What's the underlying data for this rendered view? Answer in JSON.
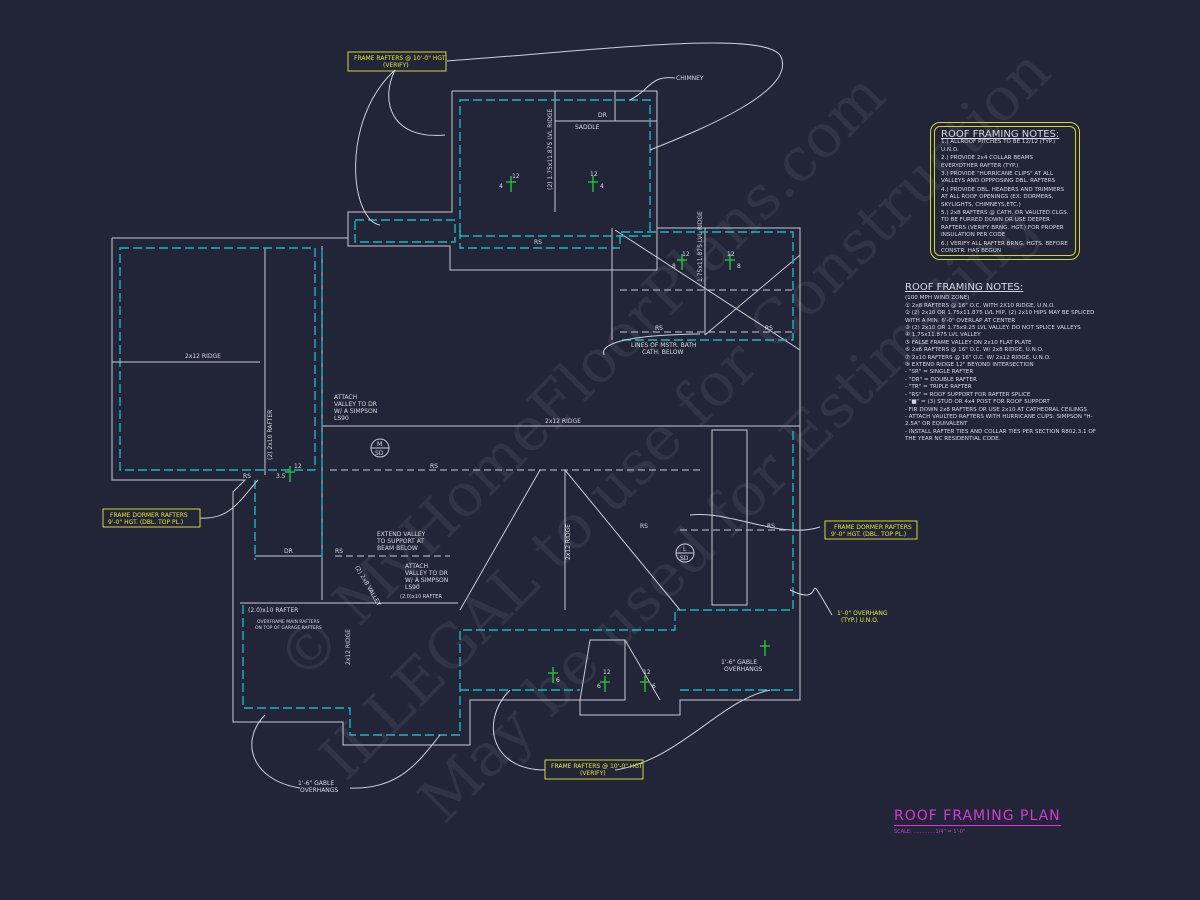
{
  "title": "ROOF FRAMING PLAN",
  "scale": "SCALE: ..............1/4\" = 1'-0\"",
  "colors": {
    "background": "#222538",
    "outline": "#c9c9d2",
    "eave": "#1fb3c0",
    "callout": "#e6e63a",
    "title": "#d63ad6",
    "pitch": "#28c23a"
  },
  "watermark": [
    "© MyHomeFloorPlans.com",
    "ILLEGAL to use for Construction",
    "May be used for Estimating"
  ],
  "notes_box": {
    "heading": "ROOF FRAMING NOTES:",
    "items": [
      "1.) ALLROOF PITCHES TO BE 12/12 (TYP.) U.N.O.",
      "2.) PROVIDE 2x4 COLLAR BEAMS EVERYOTHER RAFTER (TYP.)",
      "3.) PROVIDE \"HURRICANE CLIPS\" AT ALL VALLEYS AND OPPPOSING DBL. RAFTERS",
      "4.) PROVIDE DBL. HEADERS AND TRIMMERS AT ALL ROOF OPENINGS (EX: DORMERS, SKYLIGHTS, CHIMNEYS,ETC.)",
      "5.) 2x8 RAFTERS @ CATH. OR VAULTED CLGS. TO BE FURRED DOWN OR USE DEEPER RAFTERS (VERIFY BRNG. HGT.) FOR PROPER INSULATION PER CODE",
      "6.) VERIFY ALL RAFTER BRNG. HGTS. BEFORE CONSTR. HAS BEGUN"
    ]
  },
  "notes_list": {
    "heading": "ROOF FRAMING NOTES:",
    "items": [
      "(100 MPH WIND ZONE)",
      "① 2x8 RAFTERS @ 16\" O.C. WITH 2X10 RIDGE, U.N.O.",
      "② (2) 2x10 OR 1.75x11.875 LVL HIP, (2) 2x10 HIPS MAY BE SPLICED WITH A MIN. 6'-0\" OVERLAP AT CENTER",
      "③ (2) 2x10 OR 1.75x9.25 LVL VALLEY. DO NOT SPLICE VALLEYS",
      "④ 1.75x11.875 LVL VALLEY",
      "⑤ FALSE FRAME VALLEY ON 2x10 FLAT PLATE",
      "⑥ 2x6 RAFTERS @ 16\" O.C. W/ 2x8 RIDGE, U.N.O.",
      "⑦ 2x10 RAFTERS @ 16\" O.C. W/ 2x12 RIDGE, U.N.O.",
      "⑧ EXTEND RIDGE 12\" BEYOND INTERSECTION",
      "- \"SR\" = SINGLE RAFTER",
      "- \"DR\" = DOUBLE RAFTER",
      "- \"TR\" = TRIPLE RAFTER",
      "- \"RS\" = ROOF SUPPORT FOR RAFTER SPLICE",
      "- \"■\" = (3) STUD OR 4x4 POST FOR ROOF SUPPORT",
      "- FIR DOWN 2x8 RAFTERS OR USE 2x10 AT CATHEDRAL CEILINGS",
      "- ATTACH VAULTED RAFTERS WITH HURRICANE CLIPS: SIMPSON \"H-2.5A\" OR EQUIVALENT",
      "- INSTALL RAFTER TIES AND COLLAR TIES PER SECTION R802.3.1 OF THE YEAR NC RESIDENTIAL CODE."
    ]
  },
  "callouts": {
    "frame_top_1": "FRAME RAFTERS @ 10'-0\" HGT.",
    "frame_top_2": "(VERIFY)",
    "frame_bottom_1": "FRAME RAFTERS @ 10'-0\" HGT.",
    "frame_bottom_2": "(VERIFY)",
    "dormer_left_1": "FRAME DORMER RAFTERS",
    "dormer_left_2": "9'-0\" HGT. (DBL. TOP PL.)",
    "dormer_right_1": "FRAME DORMER RAFTERS",
    "dormer_right_2": "9'-0\" HGT. (DBL. TOP PL.)",
    "overhang_1": "1'-0\" OVERHANG",
    "overhang_2": "(TYP.) U.N.O."
  },
  "labels": {
    "chimney": "CHIMNEY",
    "saddle": "SADDLE",
    "dr_top": "DR",
    "lvl_ridge_top": "(2) 1.75x11.875 LVL RIDGE",
    "ridge_2x12_left": "2x12 RIDGE",
    "ridge_2x12_mid": "2x12 RIDGE",
    "attach_valley_1": "ATTACH",
    "attach_valley_2": "VALLEY TO DR",
    "attach_valley_3": "W/ A SIMPSON",
    "attach_valley_4": "LS90",
    "rafter_2_2x10": "(2) 2x10 RAFTER",
    "extend_valley_1": "EXTEND VALLEY",
    "extend_valley_2": "TO SUPPORT AT",
    "extend_valley_3": "BEAM BELOW",
    "mstr_bath_1": "LINES OF MSTR. BATH",
    "mstr_bath_2": "CATH. BELOW",
    "lvl_ridge_right": "1.75x11.875 LVL RIDGE",
    "dr_left": "DR",
    "rs": "RS",
    "valley_2x8": "(2) 2x8 VALLEY",
    "rafter_2x10_a": "(2.0)x10 RAFTER",
    "rafter_2x10_b": "(2.0)x10 RAFTER",
    "overframe_1": "OVERFRAME MAIN RAFTERS",
    "overframe_2": "ON TOP OF GARAGE RAFTERS",
    "ridge_2x12_bottom": "2x12 RIDGE",
    "ridge_2x10_center": "2x12 RIDGE",
    "gable_left_1": "1'-6\" GABLE",
    "gable_left_2": "OVERHANGS",
    "gable_right_1": "1'-6\" GABLE",
    "gable_right_2": "OVERHANGS",
    "sec_m": "M",
    "sec_l": "L",
    "sec_sd": "SD",
    "pitch_12": "12",
    "pitch_4": "4",
    "pitch_8": "8",
    "pitch_35": "3.5",
    "pitch_6": "6"
  }
}
